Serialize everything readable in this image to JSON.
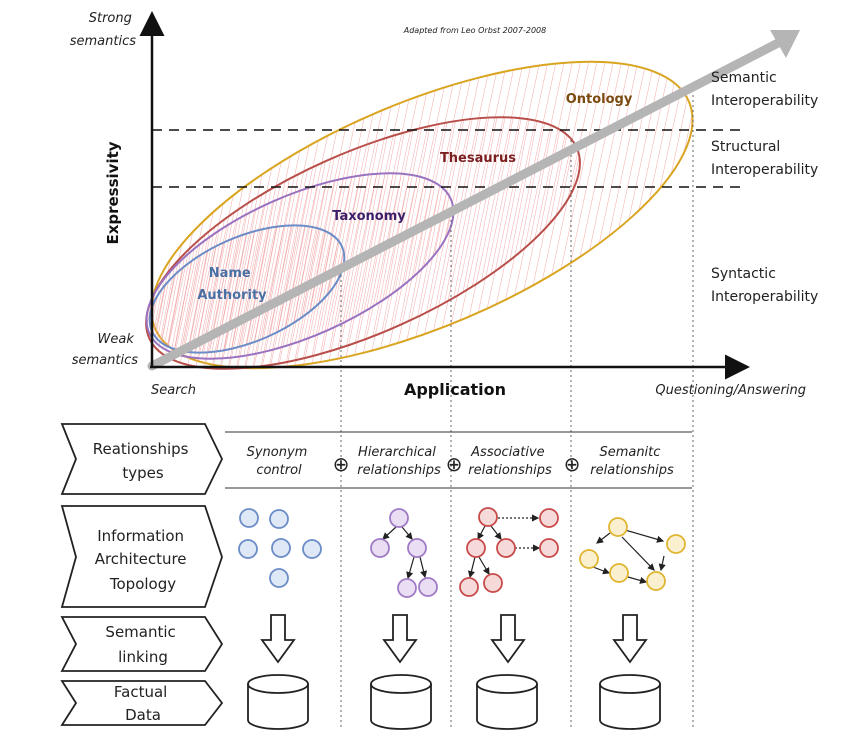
{
  "attribution": "Adapted from Leo Orbst 2007-2008",
  "y_axis": {
    "title": "Expressivity",
    "top_label": [
      "Strong",
      "semantics"
    ],
    "bottom_label": [
      "Weak",
      "semantics"
    ]
  },
  "x_axis": {
    "title": "Application",
    "left_label": "Search",
    "right_label": "Questioning/Answering"
  },
  "regions": {
    "name_authority": {
      "label": [
        "Name",
        "Authority"
      ],
      "color": "#4a6fa5"
    },
    "taxonomy": {
      "label": "Taxonomy",
      "color": "#3b1f6b"
    },
    "thesaurus": {
      "label": "Thesaurus",
      "color": "#7a1f1f"
    },
    "ontology": {
      "label": "Ontology",
      "color": "#7a4a10"
    }
  },
  "interoperability": {
    "semantic": [
      "Semantic",
      "Interoperability"
    ],
    "structural": [
      "Structural",
      "Interoperability"
    ],
    "syntactic": [
      "Syntactic",
      "Interoperability"
    ]
  },
  "rows": {
    "relationship_types": [
      "Reationships",
      "types"
    ],
    "ia_topology": [
      "Information",
      "Architecture",
      "Topology"
    ],
    "semantic_linking": [
      "Semantic",
      "linking"
    ],
    "factual_data": [
      "Factual",
      "Data"
    ]
  },
  "relationships": [
    [
      "Synonym",
      "control"
    ],
    [
      "Hierarchical",
      "relationships"
    ],
    [
      "Associative",
      "relationships"
    ],
    [
      "Semanitc",
      "relationships"
    ]
  ],
  "plus_symbol": "⊕",
  "colors": {
    "name_authority": "#6b8cc7",
    "taxonomy": "#9a72c0",
    "thesaurus": "#b84f4a",
    "ontology": "#d9a521",
    "arrow": "#b5b5b5",
    "hatch": "#f3a8a8",
    "node_blue": "#6b8cc7",
    "node_purple": "#a07ac7",
    "node_red": "#c94a4a",
    "node_yellow": "#e0b531"
  }
}
